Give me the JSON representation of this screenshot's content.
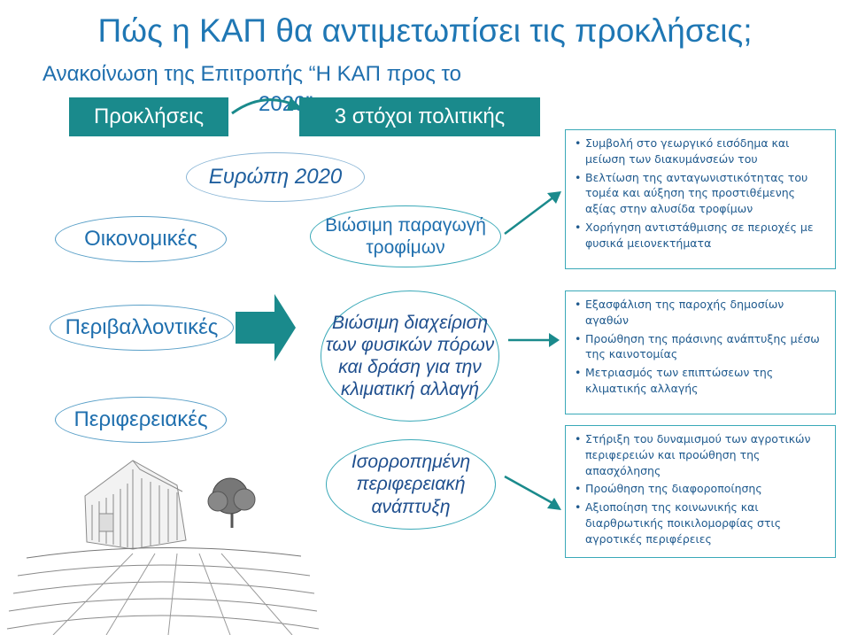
{
  "title": "Πώς η ΚΑΠ θα αντιμετωπίσει τις προκλήσεις;",
  "subtitle_line1": "Ανακοίνωση της Επιτροπής “Η ΚΑΠ προς το",
  "subtitle_line2": "2020”",
  "headers": {
    "challenges": "Προκλήσεις",
    "goals": "3 στόχοι πολιτικής"
  },
  "europe2020": "Ευρώπη 2020",
  "challenges": [
    "Οικονομικές",
    "Περιβαλλοντικές",
    "Περιφερειακές"
  ],
  "goals": [
    "Βιώσιμη παραγωγή τροφίμων",
    "Βιώσιμη διαχείριση των φυσικών πόρων και δράση για την κλιματική αλλαγή",
    "Ισορροπημένη περιφερειακή ανάπτυξη"
  ],
  "boxes": [
    {
      "items": [
        "Συμβολή στο γεωργικό εισόδημα και μείωση των διακυμάνσεών του",
        "Βελτίωση της ανταγωνιστικότητας του τομέα και αύξηση της προστιθέμενης αξίας στην αλυσίδα τροφίμων",
        "Χορήγηση αντιστάθμισης σε περιοχές με φυσικά μειονεκτήματα"
      ]
    },
    {
      "items": [
        "Εξασφάλιση της παροχής δημοσίων αγαθών",
        "Προώθηση της πράσινης ανάπτυξης μέσω της καινοτομίας",
        "Μετριασμός των επιπτώσεων της κλιματικής αλλαγής"
      ]
    },
    {
      "items": [
        "Στήριξη του δυναμισμού των αγροτικών περιφερειών και προώθηση της απασχόλησης",
        "Προώθηση της διαφοροποίησης",
        "Αξιοποίηση της κοινωνικής και διαρθρωτικής ποικιλομορφίας στις αγροτικές περιφέρειες"
      ]
    }
  ],
  "colors": {
    "title": "#1f77b4",
    "header_fill": "#1a8a8c",
    "accent": "#3aa9b8",
    "arrow": "#1a8a8c"
  },
  "icons": [
    "curved-arrow-icon",
    "big-right-arrow-icon",
    "small-arrow-icon",
    "farm-illustration-icon"
  ]
}
